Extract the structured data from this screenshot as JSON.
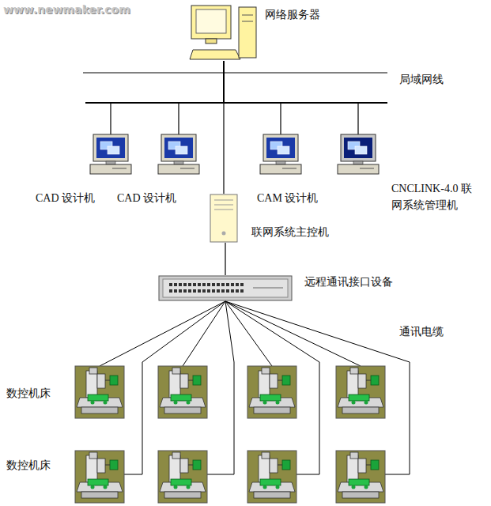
{
  "diagram": {
    "nodes": [
      {
        "text": [
          "网络服务器"
        ]
      },
      {
        "text": [
          "CAD 设计机"
        ]
      },
      {
        "text": [
          "CAD 设计机"
        ]
      },
      {
        "text": [
          "CAM 设计机"
        ]
      },
      {
        "text": [
          "CNCLINK-4.0 联网系统管理机"
        ]
      },
      {
        "text": [
          "联网系统主控机"
        ]
      },
      {
        "text": [
          "远程通讯接口设备"
        ]
      }
    ],
    "edges": [
      {
        "from": 0,
        "to": 1,
        "arrow": "none"
      },
      {
        "from": 0,
        "to": 2,
        "arrow": "none"
      },
      {
        "from": 0,
        "to": 3,
        "arrow": "none"
      },
      {
        "from": 0,
        "to": 4,
        "arrow": "none"
      },
      {
        "from": 0,
        "to": 5,
        "arrow": "none"
      },
      {
        "from": 5,
        "to": 6,
        "arrow": "none"
      }
    ],
    "labels": [
      "www.newmaker.com",
      "局域网线",
      "通讯电缆",
      "数控机床",
      "数控机床"
    ]
  }
}
